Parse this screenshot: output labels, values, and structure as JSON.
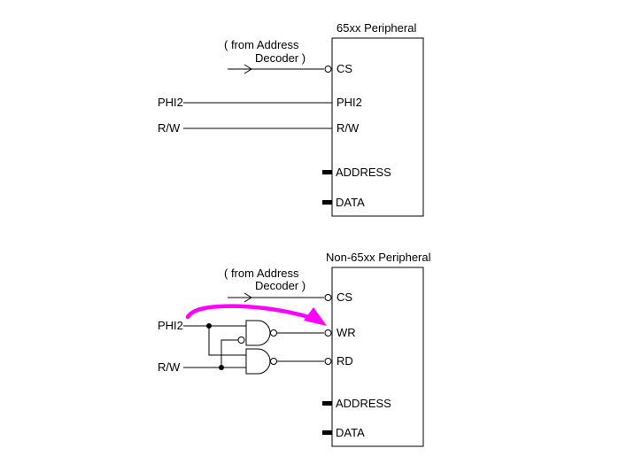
{
  "colors": {
    "background": "#FFFFFF",
    "line": "#000000",
    "text": "#000000",
    "annotation_arrow": "#FF00FF"
  },
  "top_diagram": {
    "title": "65xx Peripheral",
    "note_line1": "( from Address",
    "note_line2": "Decoder )",
    "external_phi2": "PHI2",
    "external_rw": "R/W",
    "pin_cs": "CS",
    "pin_phi2": "PHI2",
    "pin_rw": "R/W",
    "pin_address": "ADDRESS",
    "pin_data": "DATA"
  },
  "bottom_diagram": {
    "title": "Non-65xx Peripheral",
    "note_line1": "( from Address",
    "note_line2": "Decoder )",
    "external_phi2": "PHI2",
    "external_rw": "R/W",
    "pin_cs": "CS",
    "pin_wr": "WR",
    "pin_rd": "RD",
    "pin_address": "ADDRESS",
    "pin_data": "DATA"
  }
}
